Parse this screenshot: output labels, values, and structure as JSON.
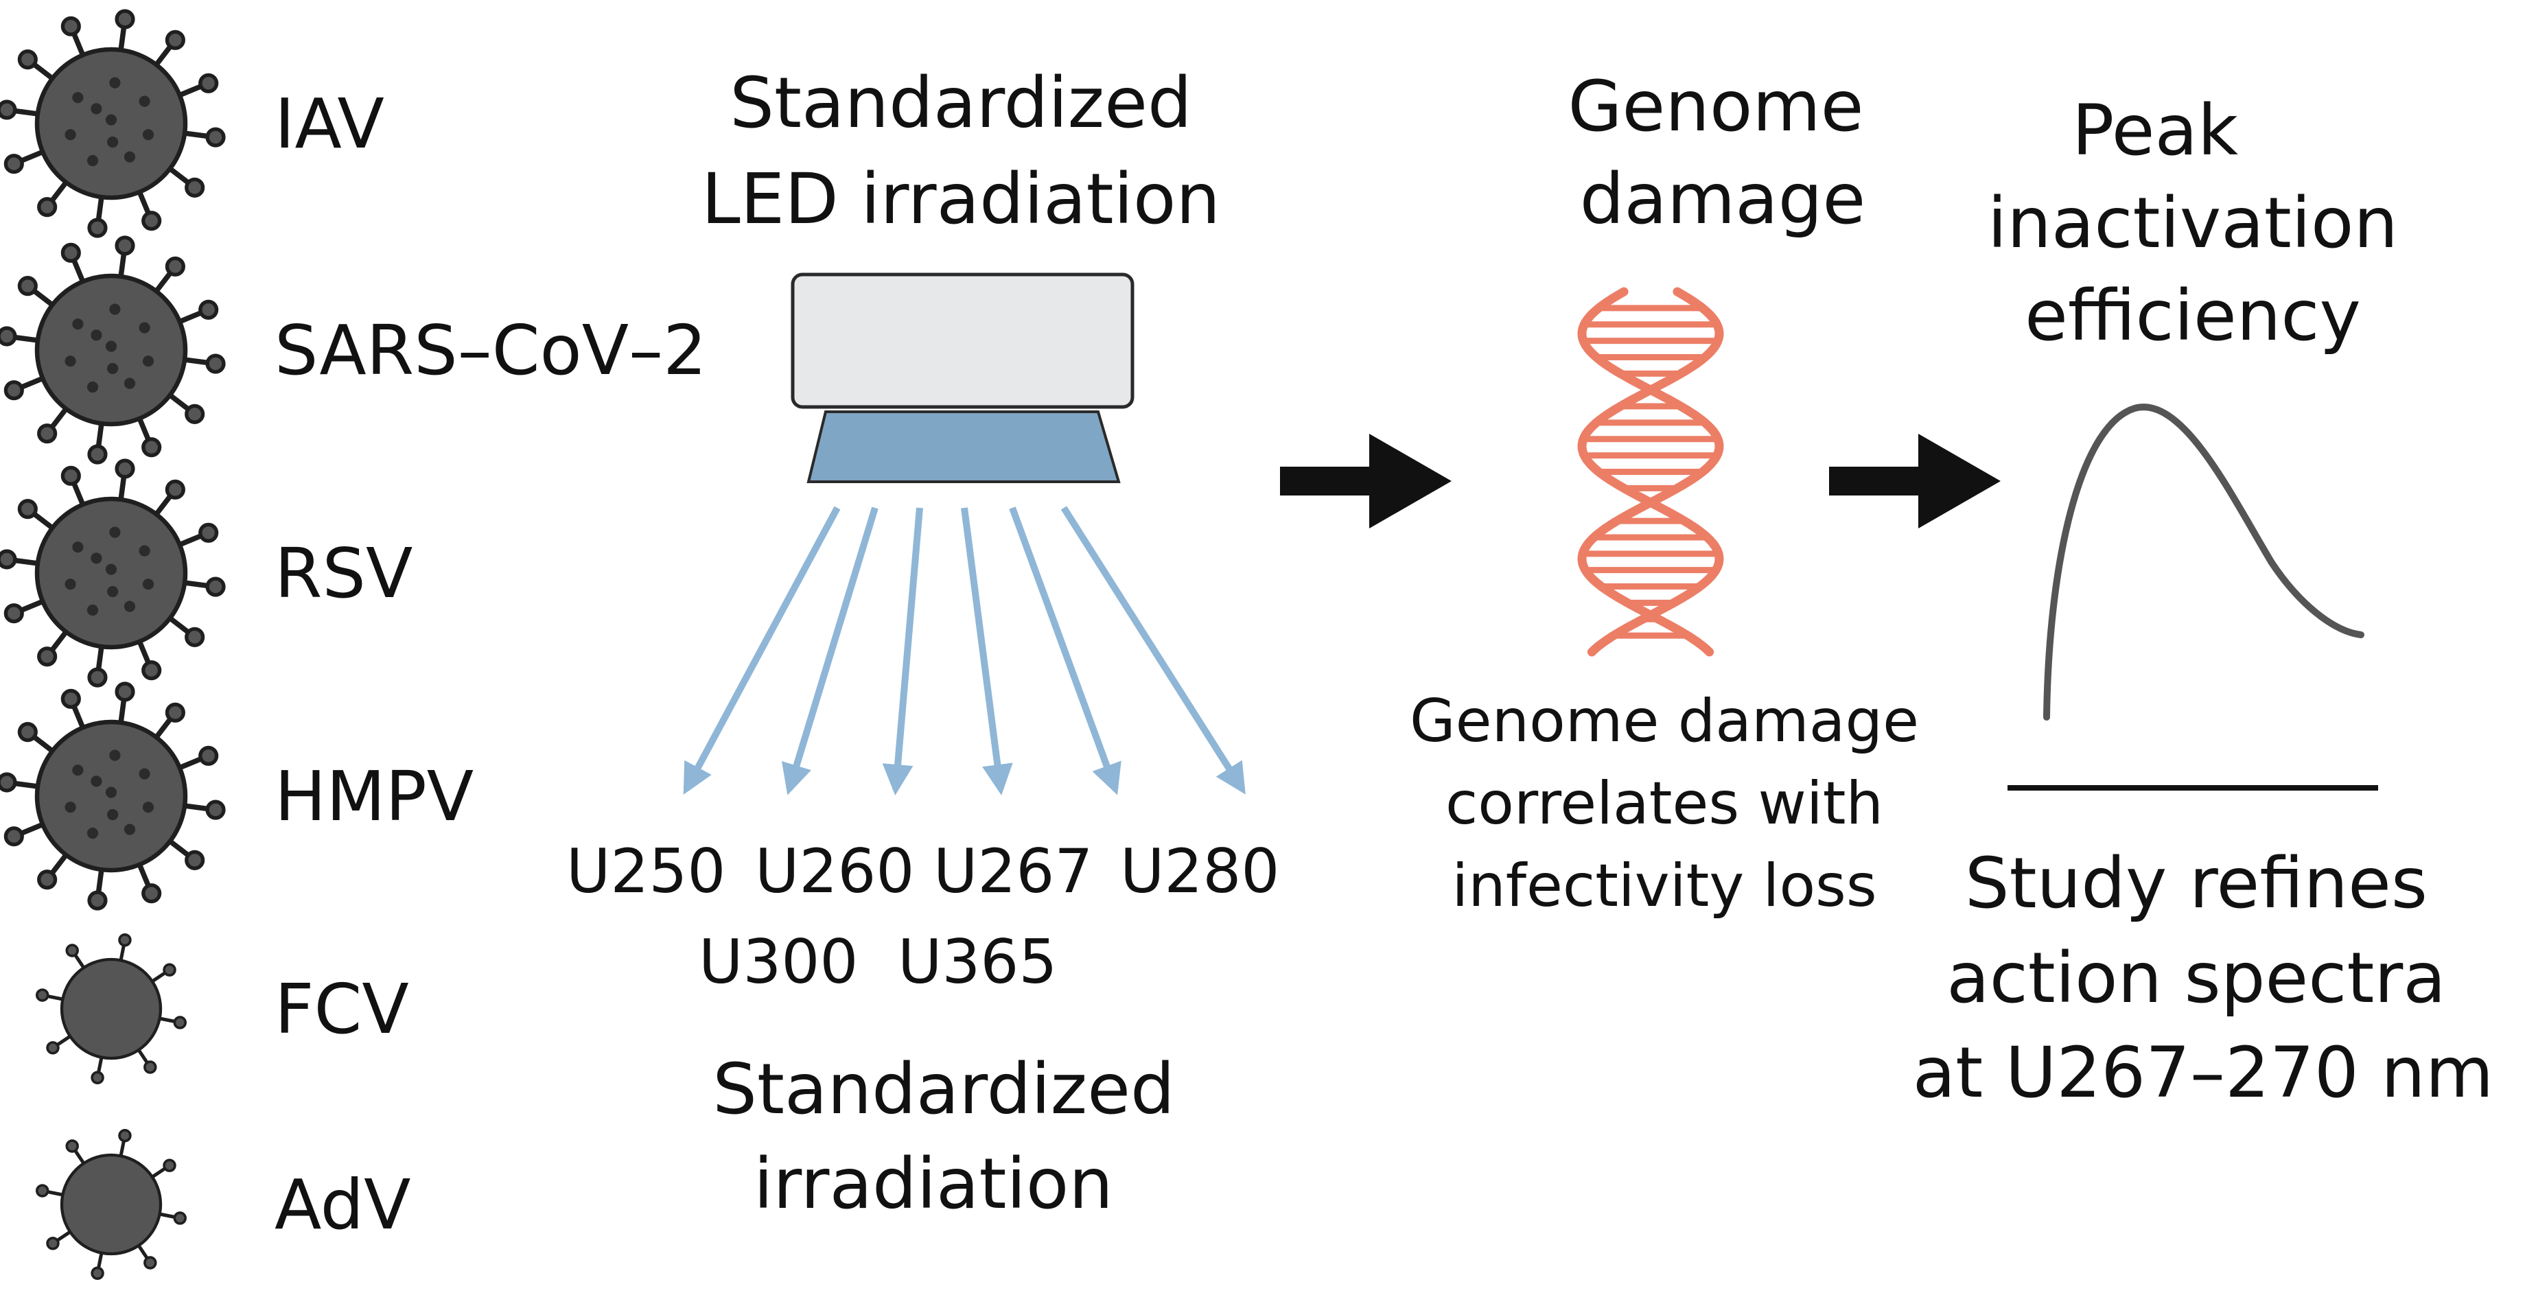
{
  "viruses": [
    {
      "label": "IAV",
      "size": "large"
    },
    {
      "label": "SARS–CoV–2",
      "size": "large"
    },
    {
      "label": "RSV",
      "size": "large"
    },
    {
      "label": "HMPV",
      "size": "large"
    },
    {
      "label": "FCV",
      "size": "small"
    },
    {
      "label": "AdV",
      "size": "small"
    }
  ],
  "led": {
    "title_line1": "Standardized",
    "title_line2": "LED irradiation",
    "wavelengths_row1": [
      "U250",
      "U260",
      "U267",
      "U280"
    ],
    "wavelengths_row2": [
      "U300",
      "U365"
    ],
    "caption_line1": "Standardized",
    "caption_line2": "irradiation"
  },
  "genome": {
    "title_line1": "Genome",
    "title_line2": "damage",
    "caption_line1": "Genome damage",
    "caption_line2": "correlates with",
    "caption_line3": "infectivity loss"
  },
  "peak": {
    "title_line1": "Peak",
    "title_line2": "inactivation",
    "title_line3": "efficiency",
    "caption_line1": "Study refines",
    "caption_line2": "action spectra",
    "caption_line3": "at U267–270 nm"
  },
  "colors": {
    "virus_fill": "#555555",
    "virus_stroke": "#1f1f1f",
    "led_body": "#e6e8ea",
    "led_lens": "#7fa6c4",
    "beam": "#8fb6d6",
    "dna": "#ec7e66",
    "arrow": "#111111",
    "curve": "#555555"
  }
}
